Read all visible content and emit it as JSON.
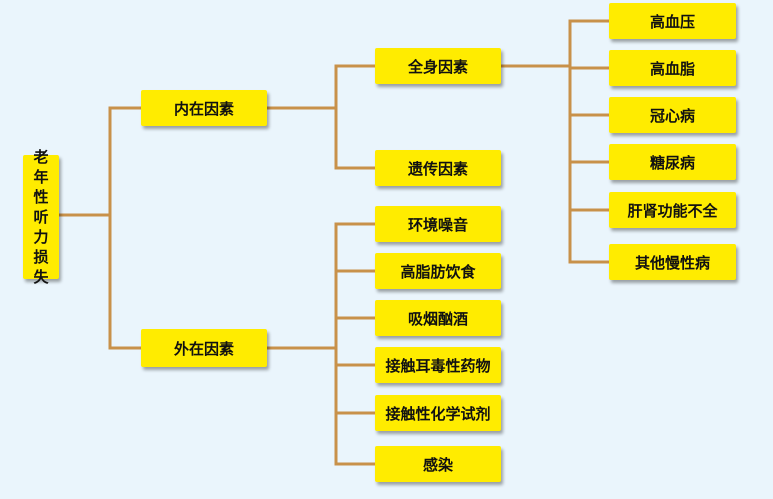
{
  "root": "老年性听力损失",
  "internal": {
    "label": "内在因素",
    "whole_body": {
      "label": "全身因素",
      "items": [
        "高血压",
        "高血脂",
        "冠心病",
        "糖尿病",
        "肝肾功能不全",
        "其他慢性病"
      ]
    },
    "genetic": "遗传因素"
  },
  "external": {
    "label": "外在因素",
    "items": [
      "环境噪音",
      "高脂肪饮食",
      "吸烟酗酒",
      "接触耳毒性药物",
      "接触性化学试剂",
      "感染"
    ]
  },
  "colors": {
    "background": "#eaf5fc",
    "node_fill": "#ffec00",
    "connector": "#c8914a"
  }
}
